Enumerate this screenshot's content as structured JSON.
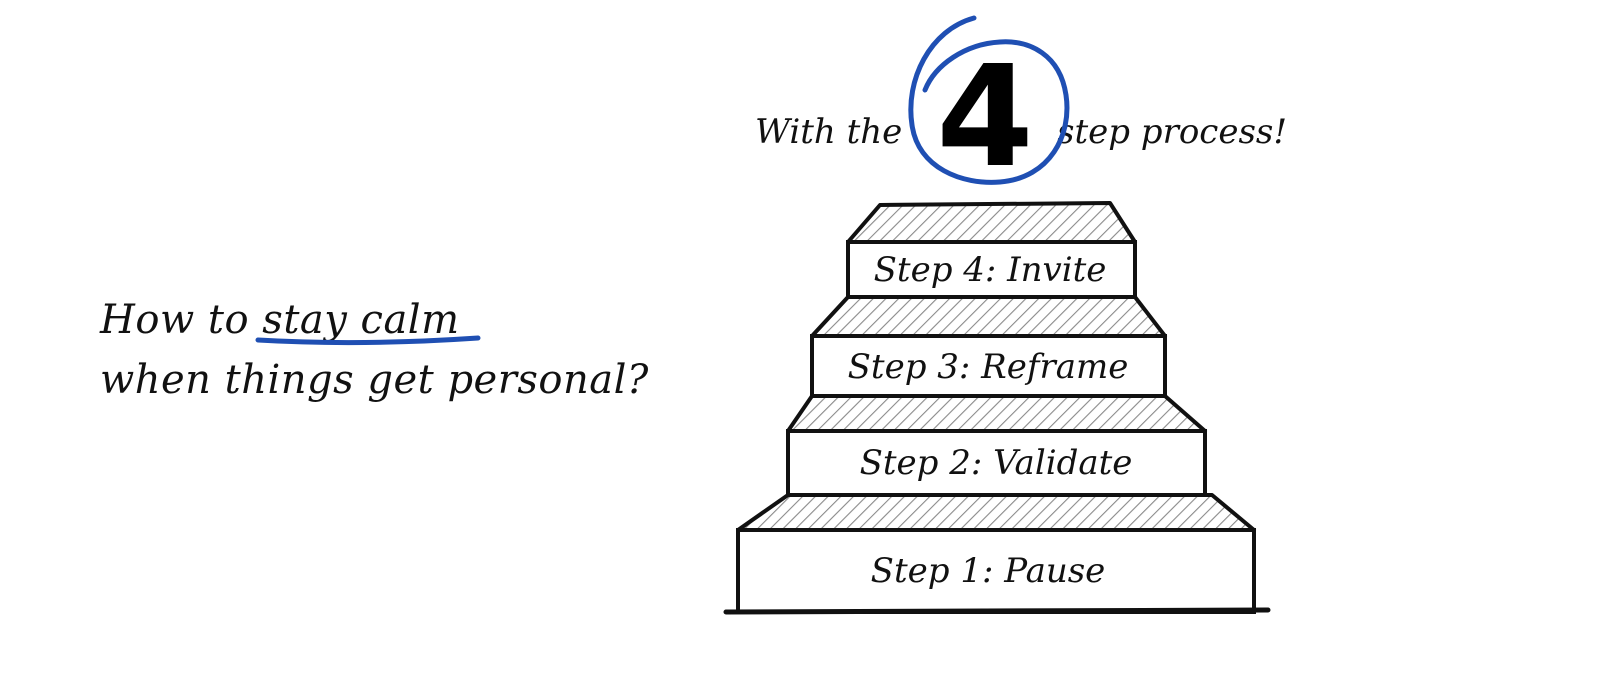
{
  "question": {
    "prefix": "How to ",
    "emphasis": "stay calm",
    "line2": "when things get personal?"
  },
  "headline": {
    "before": "With the",
    "number": "4",
    "after": "step process!"
  },
  "steps": [
    {
      "label": "Step 4: Invite"
    },
    {
      "label": "Step 3: Reframe"
    },
    {
      "label": "Step 2: Validate"
    },
    {
      "label": "Step 1: Pause"
    }
  ],
  "colors": {
    "accent": "#1f4fb3",
    "ink": "#111111",
    "hatch": "#8a8a8a"
  }
}
